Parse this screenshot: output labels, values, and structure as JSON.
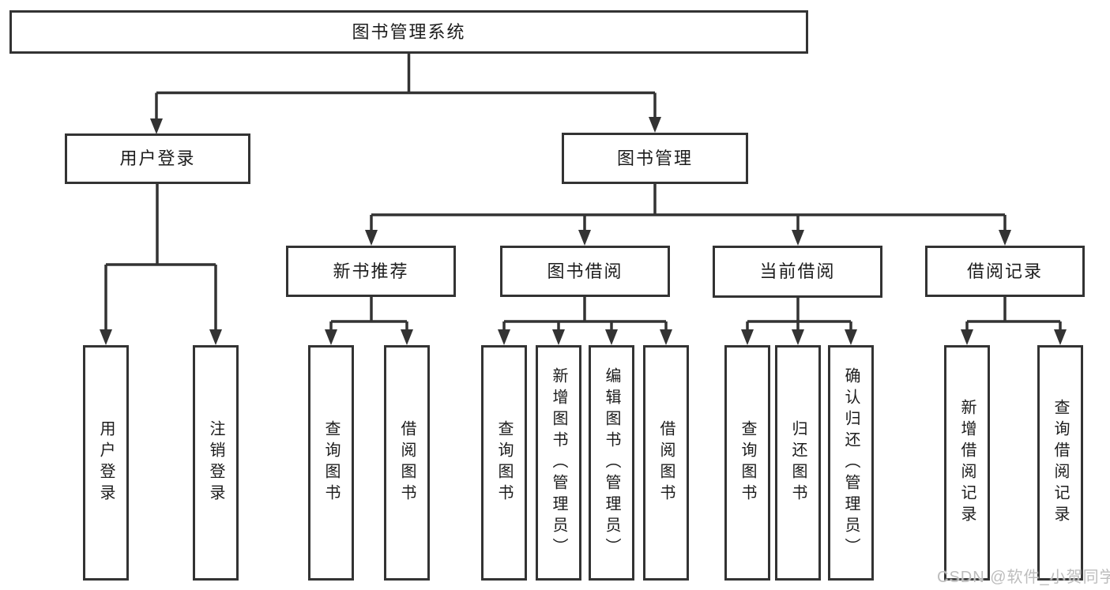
{
  "diagram": {
    "title": "图书管理系统",
    "branches": {
      "user_login": {
        "label": "用户登录",
        "children": [
          {
            "label": "用户登录"
          },
          {
            "label": "注销登录"
          }
        ]
      },
      "book_management": {
        "label": "图书管理",
        "sections": [
          {
            "label": "新书推荐",
            "children": [
              {
                "label": "查询图书"
              },
              {
                "label": "借阅图书"
              }
            ]
          },
          {
            "label": "图书借阅",
            "children": [
              {
                "label": "查询图书"
              },
              {
                "label": "新增图书（管理员）"
              },
              {
                "label": "编辑图书（管理员）"
              },
              {
                "label": "借阅图书"
              }
            ]
          },
          {
            "label": "当前借阅",
            "children": [
              {
                "label": "查询图书"
              },
              {
                "label": "归还图书"
              },
              {
                "label": "确认归还（管理员）"
              }
            ]
          },
          {
            "label": "借阅记录",
            "children": [
              {
                "label": "新增借阅记录"
              },
              {
                "label": "查询借阅记录"
              }
            ]
          }
        ]
      }
    },
    "watermark": "CSDN @软件_小贺同学",
    "colors": {
      "line": "#333333",
      "text": "#1c1c1c",
      "watermark": "#bdbdbd",
      "background": "#ffffff"
    }
  }
}
